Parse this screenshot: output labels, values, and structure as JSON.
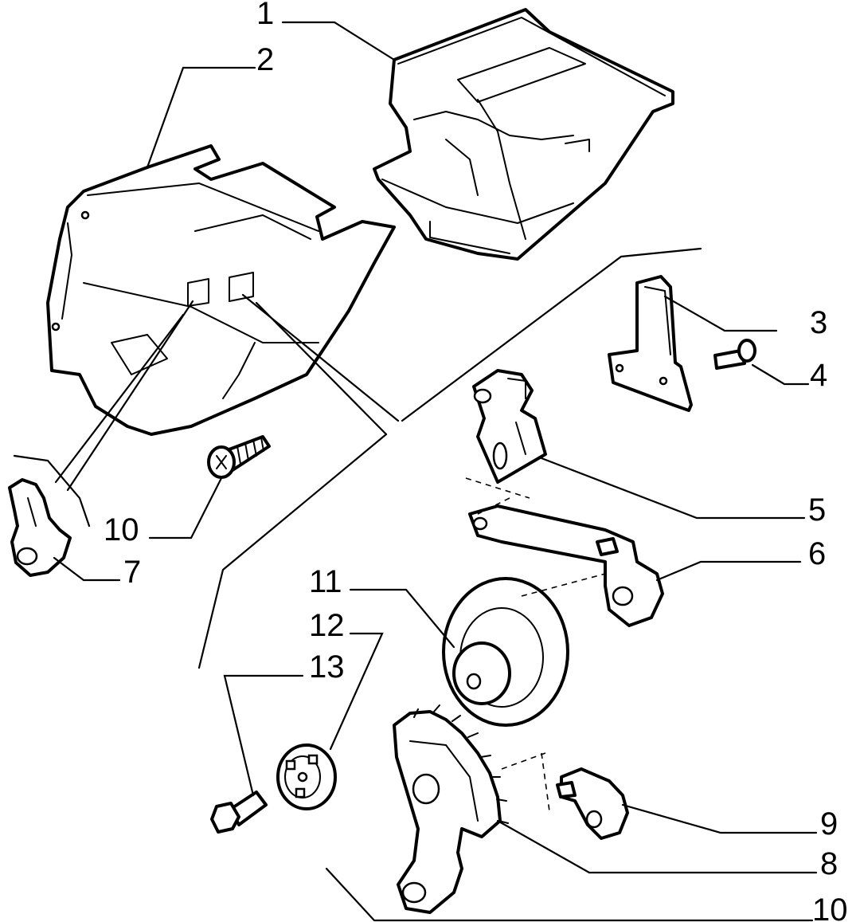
{
  "colors": {
    "line": "#000000",
    "background": "#ffffff"
  },
  "labels": {
    "p1": "1",
    "p2": "2",
    "p3": "3",
    "p4": "4",
    "p5": "5",
    "p6": "6",
    "p7": "7",
    "p8": "8",
    "p9": "9",
    "p10a": "10",
    "p10b": "10",
    "p11": "11",
    "p12": "12",
    "p13": "13"
  }
}
